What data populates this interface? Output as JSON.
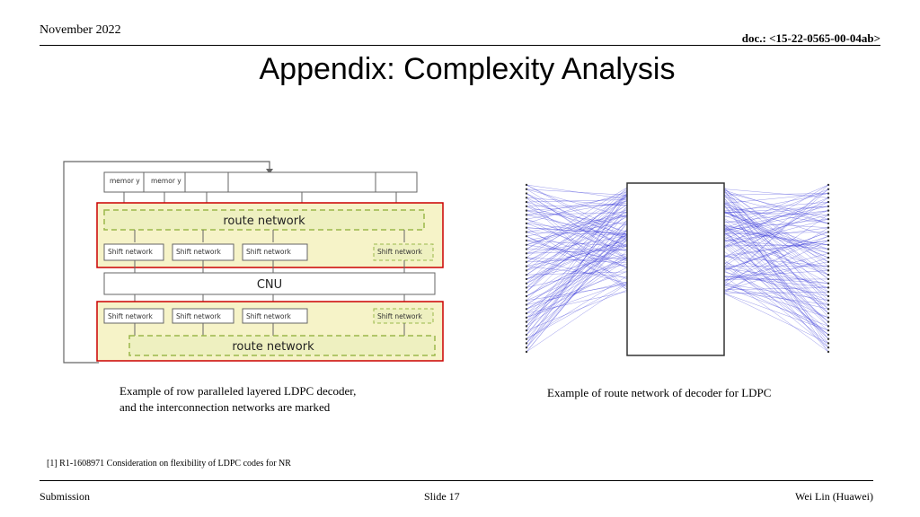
{
  "header": {
    "date": "November 2022",
    "doc_id": "doc.: <15-22-0565-00-04ab>"
  },
  "slide": {
    "title": "Appendix: Complexity Analysis"
  },
  "left_figure": {
    "memory_label": "memor y",
    "route_network_label": "route network",
    "shift_network_label": "Shift network",
    "cnu_label": "CNU",
    "caption_line1": "Example of row paralleled layered LDPC decoder,",
    "caption_line2": "and the interconnection networks are marked"
  },
  "right_figure": {
    "caption": "Example of route network of decoder for LDPC"
  },
  "reference": "[1] R1-1608971 Consideration on flexibility of LDPC codes for NR",
  "footer": {
    "left": "Submission",
    "center": "Slide 17",
    "right": "Wei Lin (Huawei)"
  },
  "colors": {
    "highlight_border": "#cc0000",
    "highlight_fill": "#f6f3c8",
    "dashed_green": "#9bb84a",
    "route_blue": "#2a2ad6"
  }
}
